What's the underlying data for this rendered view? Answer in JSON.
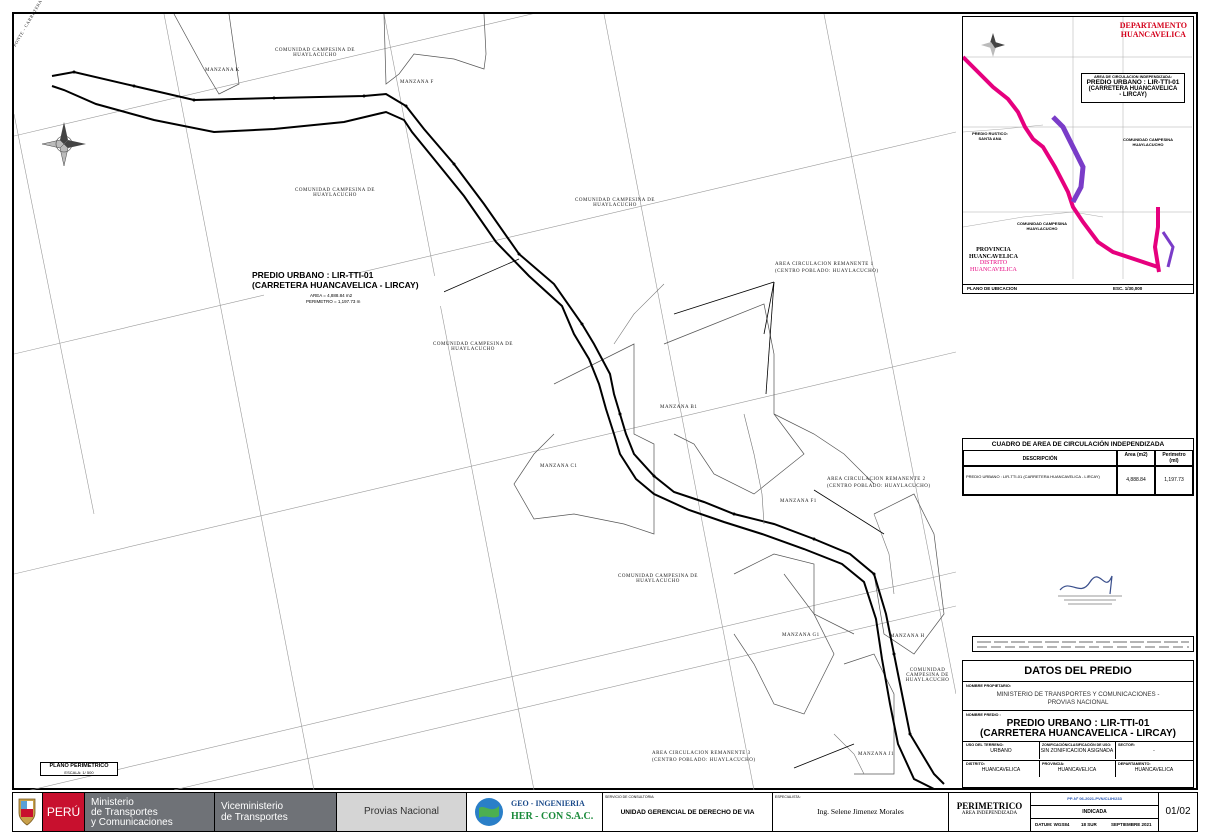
{
  "map": {
    "predio_title_1": "PREDIO URBANO : LIR-TTI-01",
    "predio_title_2": "(CARRETERA HUANCAVELICA - LIRCAY)",
    "area_line": "AREA = 4,888.84 m2",
    "perimetro_line": "PERIMETRO = 1,197.73 m",
    "labels": {
      "comunidad": "COMUNIDAD CAMPESINA DE HUAYLACUCHO",
      "comunidad_short": "COMUNIDAD CAMPESINA DE HUAYLACUCHO",
      "manzana_k": "MANZANA K",
      "manzana_f": "MANZANA F",
      "manzana_b1": "MANZANA B1",
      "manzana_c1": "MANZANA C1",
      "manzana_f1": "MANZANA F1",
      "manzana_g1": "MANZANA G1",
      "manzana_h": "MANZANA H",
      "manzana_j1": "MANZANA J1",
      "remanente1_a": "AREA CIRCULACION REMANENTE 1",
      "remanente1_b": "(CENTRO POBLADO: HUAYLACUCHO)",
      "remanente2_a": "AREA CIRCULACION REMANENTE 2",
      "remanente2_b": "(CENTRO POBLADO: HUAYLACUCHO)",
      "remanente3_a": "AREA CIRCULACION REMANENTE 3",
      "remanente3_b": "(CENTRO POBLADO: HUAYLACUCHO)",
      "ponte": "PONTE - CARRETERA HUANCAVELICA - LIRCAY",
      "comunidad_right": "COMUNIDAD CAMPESINA DE HUAYLACUCHO"
    },
    "plano_perimetrico": "PLANO PERIMETRICO",
    "escala": "ESCALA: 1/ 500"
  },
  "location_map": {
    "departamento": "DEPARTAMENTO",
    "huancavelica": "HUANCAVELICA",
    "area_box_1": "AREA DE CIRCULACION INDEPENDIZADA:",
    "area_box_2": "PREDIO URBANO : LIR-TTI-01",
    "area_box_3": "(CARRETERA HUANCAVELICA",
    "area_box_4": "- LIRCAY)",
    "predio_rustico": "PREDIO RUSTICO:",
    "santa_ana": "SANTA ANA",
    "comunidad_campesina": "COMUNIDAD CAMPESINA",
    "huaylacucho": "HUAYLACUCHO",
    "comunidad_campesina_2": "COMUNIDAD CAMPESINA",
    "huaylacucho_2": "HUAYLACUCHO",
    "provincia": "PROVINCIA",
    "prov_huancavelica": "HUANCAVELICA",
    "distrito": "DISTRITO",
    "dist_huancavelica": "HUANCAVELICA",
    "plano_ubicacion": "PLANO DE UBICACION",
    "esc": "ESC. 1/30,000"
  },
  "cuadro": {
    "title": "CUADRO DE AREA DE CIRCULACIÓN INDEPENDIZADA",
    "h_desc": "DESCRIPCIÓN",
    "h_area": "Area (m2)",
    "h_per": "Perimetro (ml)",
    "row_desc": "PREDIO URBANO : LIR-TTI-01 (CARRETERA HUANCAVELICA - LIRCAY)",
    "row_area": "4,888.84",
    "row_per": "1,197.73"
  },
  "datos": {
    "title": "DATOS DEL PREDIO",
    "nombre_prop_label": "NOMBRE PROPIETARIO:",
    "propietario_1": "MINISTERIO DE TRANSPORTES Y COMUNICACIONES -",
    "propietario_2": "PROVIAS NACIONAL",
    "nombre_predio_label": "NOMBRE PREDIO :",
    "predio_1": "PREDIO URBANO : LIR-TTI-01",
    "predio_2": "(CARRETERA HUANCAVELICA - LIRCAY)",
    "uso_label": "USO DEL TERRENO:",
    "uso_val": "URBANO",
    "zon_label": "ZONIFICACIÓN/CLASIFICACIÓN DE USO:",
    "zon_val": "SIN ZONIFICACION ASIGNADA",
    "sector_label": "SECTOR:",
    "sector_val": "-",
    "distrito_label": "DISTRITO:",
    "distrito_val": "HUANCAVELICA",
    "provincia_label": "PROVINCIA:",
    "provincia_val": "HUANCAVELICA",
    "depto_label": "DEPARTAMENTO:",
    "depto_val": "HUANCAVELICA"
  },
  "footer": {
    "peru": "PERÚ",
    "ministerio_1": "Ministerio",
    "ministerio_2": "de Transportes",
    "ministerio_3": "y Comunicaciones",
    "vice_1": "Viceministerio",
    "vice_2": "de Transportes",
    "provias": "Provias Nacional",
    "geo_1": "GEO - INGENIERIA",
    "geo_2": "HER - CON S.A.C.",
    "servicio_label": "SERVICIO DE CONSULTORIA:",
    "unidad": "UNIDAD GERENCIAL DE DERECHO DE VIA",
    "especialista_label": "ESPECIALISTA:",
    "ingeniera": "Ing. Selene Jimenez Morales",
    "perimetrico": "PERIMETRICO",
    "area_indep": "AREA INDEPENDIZADA",
    "codigo": "PP-Nº 06-2021-PVN/CLIH/233",
    "indicada": "INDICADA",
    "datum": "DATUM: WGS84",
    "zona": "18 SUR",
    "fecha": "SEPTIEMBRE 2021",
    "lamina": "01/02"
  },
  "colors": {
    "route_magenta": "#e6007e",
    "route_purple": "#7a3cc8",
    "title_red": "#d4001a",
    "footer_gray": "#6f7277",
    "peru_red": "#c8102e"
  }
}
